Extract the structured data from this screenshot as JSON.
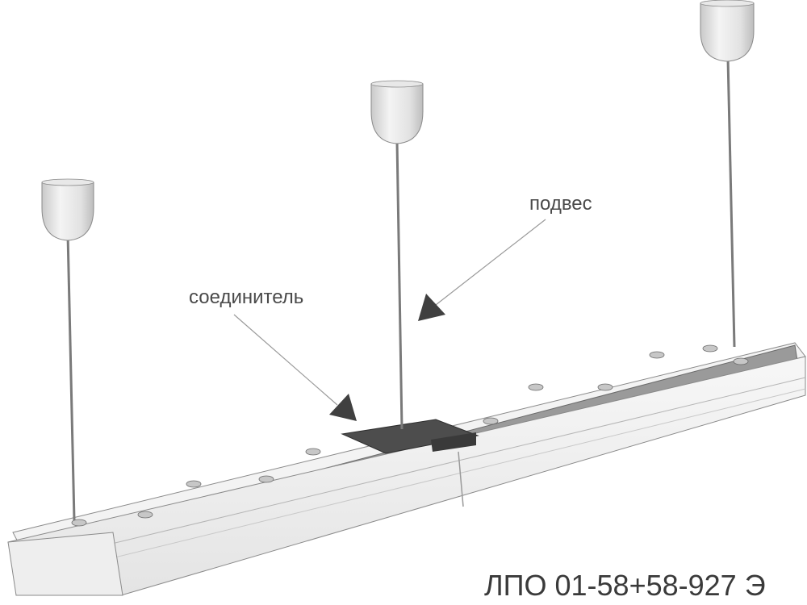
{
  "labels": {
    "suspension": "подвес",
    "connector": "соединитель"
  },
  "model": "ЛПО 01-58+58-927 Э",
  "colors": {
    "housing": "#f2f2f2",
    "diffuser": "#e9e9e9",
    "rail": "#8e8e8e",
    "cup": "#dcdcdc",
    "rod": "#7a7a7a",
    "text": "#4a4a4a"
  }
}
